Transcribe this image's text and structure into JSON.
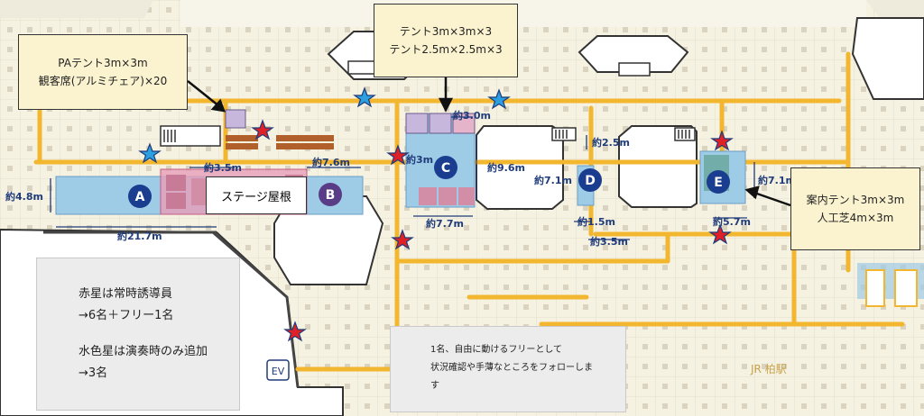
{
  "callouts": {
    "pa_tent": {
      "line1": "PAテント3m×3m",
      "line2": "観客席(アルミチェア)×20"
    },
    "tents": {
      "line1": "テント3m×3m×3",
      "line2": "テント2.5m×2.5m×3"
    },
    "info_tent": {
      "line1": "案内テント3m×3m",
      "line2": "人工芝4m×3m"
    }
  },
  "stage_roof_label": "ステージ屋根",
  "areas": {
    "a": "A",
    "b": "B",
    "c": "C",
    "d": "D",
    "e": "E"
  },
  "dimensions": {
    "a_height": "約4.8m",
    "a_width": "約21.7m",
    "ab_top": "約7.6m",
    "ab_top_small": "約3.5m",
    "c_top": "約3.0m",
    "c_side": "約3m",
    "c_bottom": "約7.7m",
    "c_block": "約9.6m",
    "d_side": "約7.1m",
    "d_top": "約2.5m",
    "d_bottom": "約1.5m",
    "d_bottom2": "約3.5m",
    "e_side": "約7.1m",
    "e_bottom": "約5.7m"
  },
  "legend": {
    "red_line1": "赤星は常時誘導員",
    "red_line2": "→6名＋フリー1名",
    "blue_line1": "水色星は演奏時のみ追加",
    "blue_line2": "→3名"
  },
  "free_note": {
    "line1": "1名、自由に動けるフリーとして",
    "line2": "状況確認や手薄なところをフォローしま",
    "line3": "す"
  },
  "labels": {
    "ev": "EV",
    "station": "JR 柏駅"
  },
  "colors": {
    "path": "#f2b62f",
    "zone": "#9ecbe6",
    "area_circle": "#1a3d8f",
    "red_star": "#e02027",
    "blue_star": "#2b9fe0",
    "tent_pink": "#e79db8",
    "bench": "#b15f2b"
  }
}
